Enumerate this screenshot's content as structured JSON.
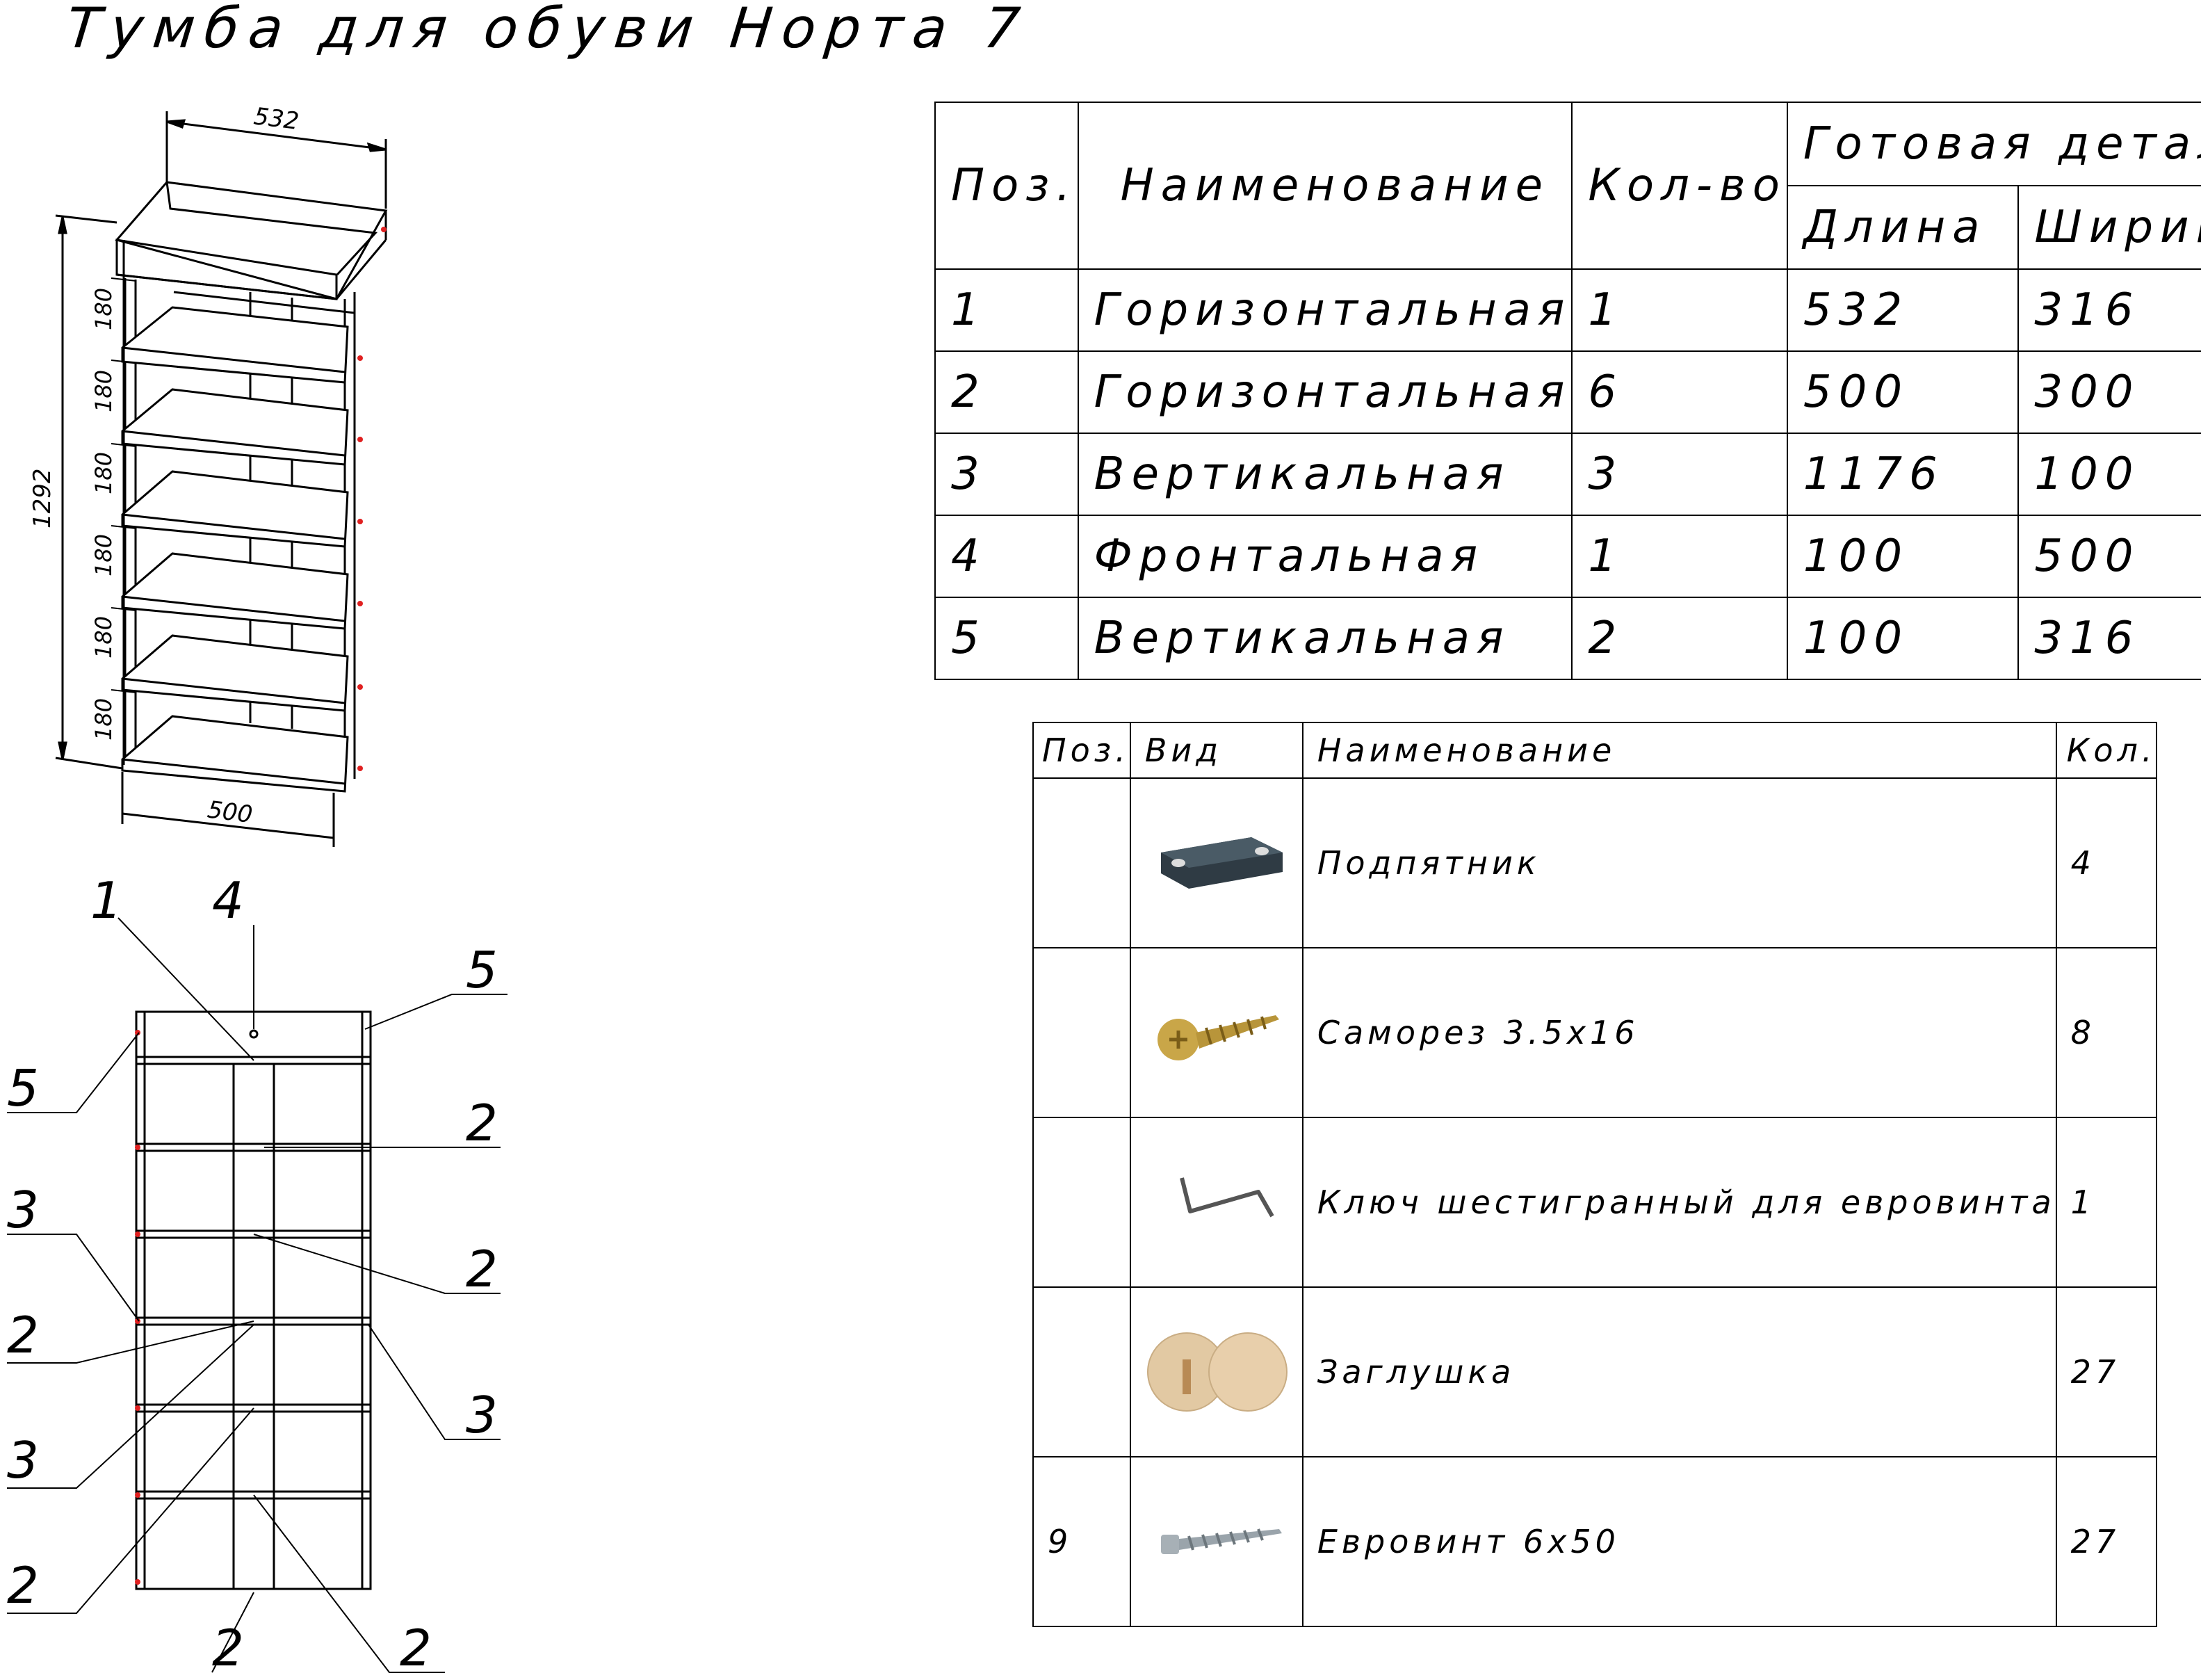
{
  "title": "Тумба для обуви Норта 7",
  "drawing": {
    "dim_width_top": "532",
    "dim_width_bottom": "500",
    "dim_height": "1292",
    "shelf_spacing": [
      "180",
      "180",
      "180",
      "180",
      "180",
      "180"
    ],
    "callouts": {
      "c1": "1",
      "c4": "4",
      "c5_right": "5",
      "c5_left": "5",
      "c2_r1": "2",
      "c2_r2": "2",
      "c3_left": "3",
      "c2_left": "2",
      "c3_right": "3",
      "c3_left2": "3",
      "c2_left2": "2",
      "c2_bottom1": "2",
      "c2_bottom2": "2"
    }
  },
  "parts_table": {
    "headers": {
      "pos": "Поз.",
      "name": "Наименование",
      "qty": "Кол-во",
      "finished": "Готовая деталь",
      "length": "Длина",
      "width": "Ширина"
    },
    "rows": [
      {
        "pos": "1",
        "name": "Горизонтальная",
        "qty": "1",
        "length": "532",
        "width": "316"
      },
      {
        "pos": "2",
        "name": "Горизонтальная",
        "qty": "6",
        "length": "500",
        "width": "300"
      },
      {
        "pos": "3",
        "name": "Вертикальная",
        "qty": "3",
        "length": "1176",
        "width": "100"
      },
      {
        "pos": "4",
        "name": "Фронтальная",
        "qty": "1",
        "length": "100",
        "width": "500"
      },
      {
        "pos": "5",
        "name": "Вертикальная",
        "qty": "2",
        "length": "100",
        "width": "316"
      }
    ]
  },
  "fittings_table": {
    "headers": {
      "pos": "Поз.",
      "view": "Вид",
      "name": "Наименование",
      "qty": "Кол."
    },
    "rows": [
      {
        "pos": "",
        "icon": "foot-pad-icon",
        "name": "Подпятник",
        "qty": "4"
      },
      {
        "pos": "",
        "icon": "wood-screw-icon",
        "name": "Саморез 3.5х16",
        "qty": "8"
      },
      {
        "pos": "",
        "icon": "hex-key-icon",
        "name": "Ключ шестигранный для евровинта",
        "qty": "1"
      },
      {
        "pos": "",
        "icon": "cap-plug-icon",
        "name": "Заглушка",
        "qty": "27"
      },
      {
        "pos": "9",
        "icon": "euro-screw-icon",
        "name": "Евровинт 6х50",
        "qty": "27"
      }
    ]
  },
  "colors": {
    "line": "#000000",
    "marker": "#e02020",
    "pad": "#3a4a55",
    "brass": "#b8953a",
    "cap": "#e4caa5",
    "steel": "#9aa4ab"
  }
}
